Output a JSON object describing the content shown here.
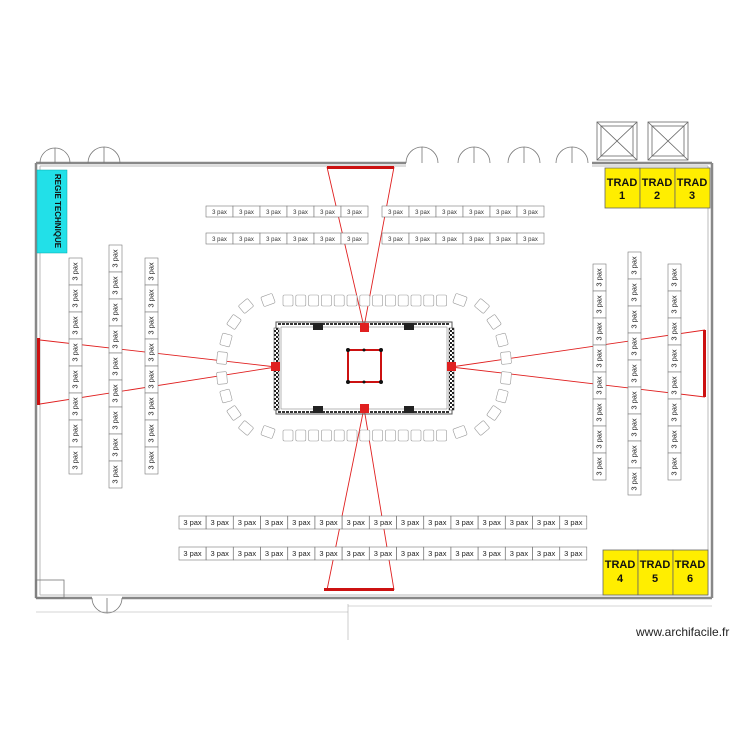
{
  "plan": {
    "regie_label": "REGIE TECHNIQUE",
    "table_label": "3 pax",
    "trad_booths": [
      {
        "line1": "TRAD",
        "line2": "1"
      },
      {
        "line1": "TRAD",
        "line2": "2"
      },
      {
        "line1": "TRAD",
        "line2": "3"
      },
      {
        "line1": "TRAD",
        "line2": "4"
      },
      {
        "line1": "TRAD",
        "line2": "5"
      },
      {
        "line1": "TRAD",
        "line2": "6"
      }
    ],
    "colors": {
      "walls": "#888888",
      "trad_fill": "#ffee00",
      "regie_fill": "#22e0e8",
      "projection": "#e02020",
      "screen": "#cc1111"
    }
  },
  "watermark": "www.archifacile.fr"
}
